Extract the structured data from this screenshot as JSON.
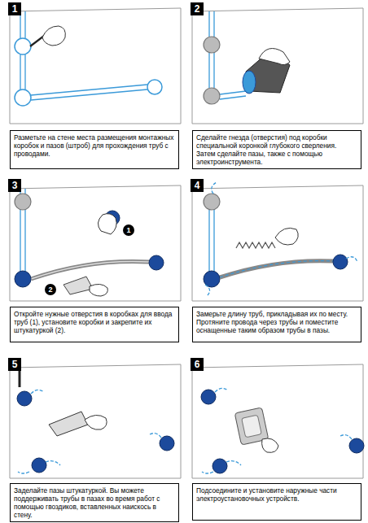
{
  "diagram": {
    "nodes": [
      {
        "text": [
          "1"
        ]
      },
      {
        "text": [
          "Разметьте на стене места размещения монтажных коробок и пазов (штроб) для прохождения труб с проводами."
        ]
      },
      {
        "text": [
          "2"
        ]
      },
      {
        "text": [
          "Сделайте гнезда (отверстия) под коробки специальной коронкой глубокого сверления. Затем сделайте пазы, также с помощью электроинструмента."
        ]
      },
      {
        "text": [
          "3"
        ]
      },
      {
        "text": [
          "1"
        ]
      },
      {
        "text": [
          "2"
        ]
      },
      {
        "text": [
          "Откройте нужные отверстия в коробках для ввода труб (1), установите коробки и закрепите их штукатуркой (2)."
        ]
      },
      {
        "text": [
          "4"
        ]
      },
      {
        "text": [
          "Замерьте длину труб, прикладывая их по месту. Протяните провода через трубы и поместите оснащенные таким образом трубы в пазы."
        ]
      },
      {
        "text": [
          "5"
        ]
      },
      {
        "text": [
          "Заделайте пазы штукатуркой. Вы можете поддерживать трубы в пазах во время работ с помощью гвоздиков, вставленных наискось в стену."
        ]
      },
      {
        "text": [
          "6"
        ]
      },
      {
        "text": [
          "Подсоедините и установите наружные части электроустановочных устройств."
        ]
      }
    ]
  }
}
